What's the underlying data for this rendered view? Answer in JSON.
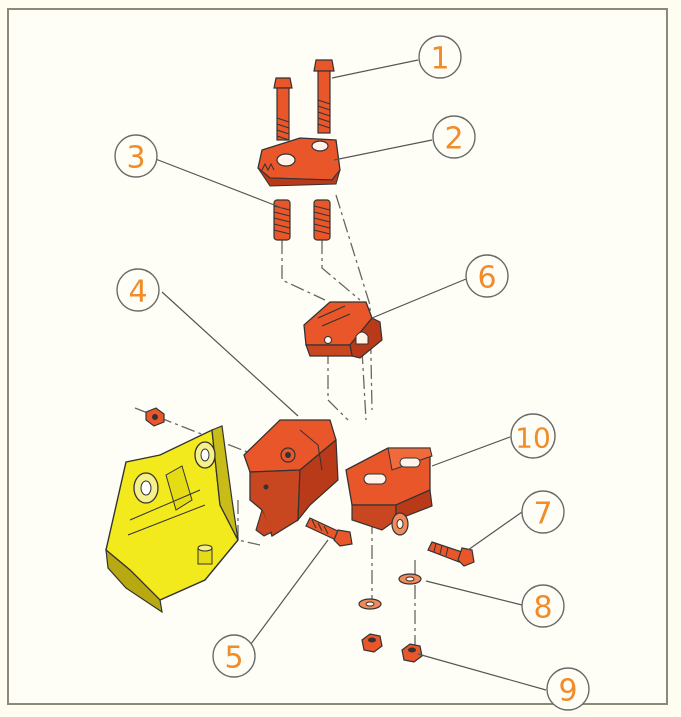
{
  "diagram": {
    "callouts": [
      {
        "number": "1"
      },
      {
        "number": "2"
      },
      {
        "number": "3"
      },
      {
        "number": "4"
      },
      {
        "number": "5"
      },
      {
        "number": "6"
      },
      {
        "number": "7"
      },
      {
        "number": "8"
      },
      {
        "number": "9"
      },
      {
        "number": "10"
      }
    ],
    "colors": {
      "part_fill": "#e8562a",
      "part_shadow": "#b83a18",
      "bracket_fill": "#f2ea1c",
      "bracket_shadow": "#b8a812",
      "callout_stroke": "#6a6a6a",
      "callout_text": "#f08c2a",
      "leader": "#555555"
    }
  }
}
